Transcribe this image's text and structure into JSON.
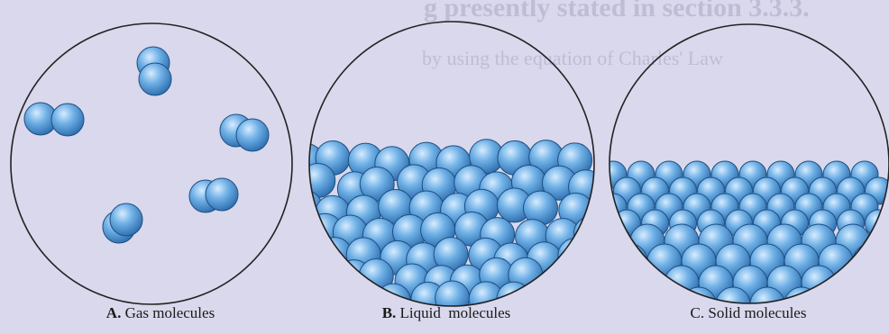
{
  "background_color": "#d9d8ec",
  "molecule_colors": {
    "light": "#d6ecff",
    "mid": "#6fb0e6",
    "dark": "#2e6fb0",
    "outline": "#1f4f82"
  },
  "panels": [
    {
      "letter": "A.",
      "label": "Gas molecules",
      "state": "gas"
    },
    {
      "letter": "B.",
      "label": "Liquid  molecules",
      "state": "liquid"
    },
    {
      "letter": "C.",
      "label": "Solid molecules",
      "state": "solid"
    }
  ],
  "faded_background_text": {
    "heading_fragment": "g presently stated in section 3.3.3.",
    "line_fragment": "by using the equation of Charles' Law"
  }
}
